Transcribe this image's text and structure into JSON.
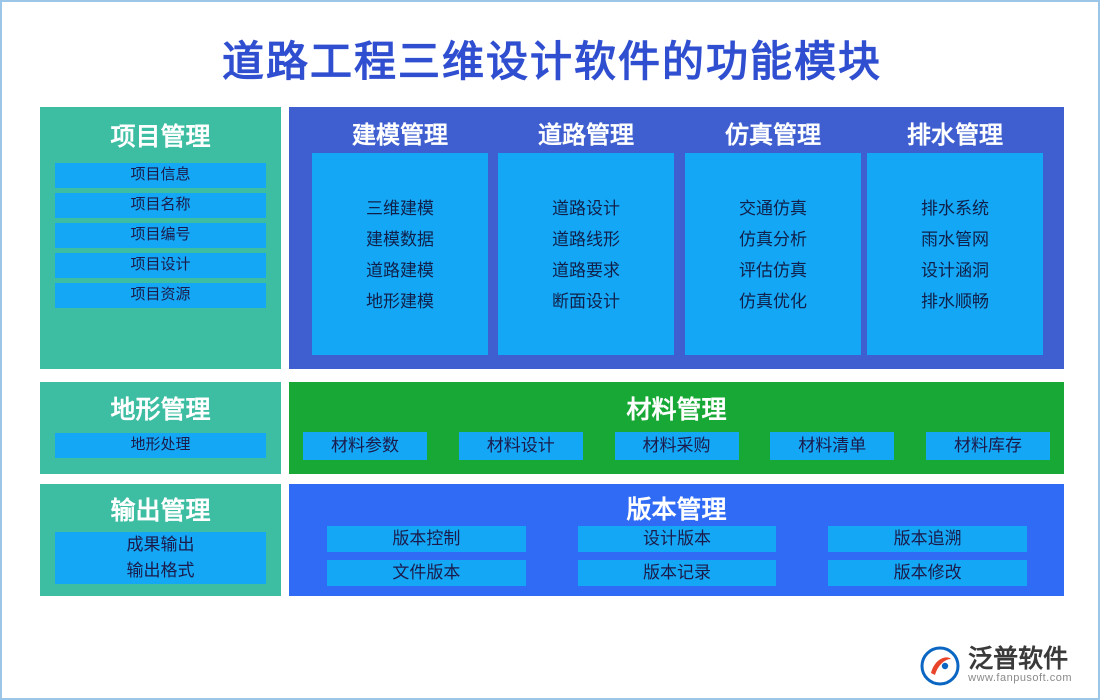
{
  "title": "道路工程三维设计软件的功能模块",
  "project": {
    "title": "项目管理",
    "items": [
      "项目信息",
      "项目名称",
      "项目编号",
      "项目设计",
      "项目资源"
    ]
  },
  "middle": {
    "columns": [
      {
        "title": "建模管理",
        "items": [
          "三维建模",
          "建模数据",
          "道路建模",
          "地形建模"
        ]
      },
      {
        "title": "道路管理",
        "items": [
          "道路设计",
          "道路线形",
          "道路要求",
          "断面设计"
        ]
      },
      {
        "title": "仿真管理",
        "items": [
          "交通仿真",
          "仿真分析",
          "评估仿真",
          "仿真优化"
        ]
      },
      {
        "title": "排水管理",
        "items": [
          "排水系统",
          "雨水管网",
          "设计涵洞",
          "排水顺畅"
        ]
      }
    ]
  },
  "terrain": {
    "title": "地形管理",
    "items": [
      "地形处理"
    ]
  },
  "material": {
    "title": "材料管理",
    "items": [
      "材料参数",
      "材料设计",
      "材料采购",
      "材料清单",
      "材料库存"
    ]
  },
  "output": {
    "title": "输出管理",
    "items": [
      "成果输出",
      "输出格式"
    ]
  },
  "version": {
    "title": "版本管理",
    "items": [
      "版本控制",
      "设计版本",
      "版本追溯",
      "文件版本",
      "版本记录",
      "版本修改"
    ]
  },
  "logo": {
    "name": "泛普软件",
    "url": "www.fanpusoft.com"
  },
  "colors": {
    "title": "#2f4fd0",
    "teal": "#3dbda2",
    "blue_panel": "#3f5fd0",
    "chip": "#14a7f5",
    "green": "#17a836",
    "version_blue": "#2f6bf5",
    "border": "#9bc6e8"
  }
}
